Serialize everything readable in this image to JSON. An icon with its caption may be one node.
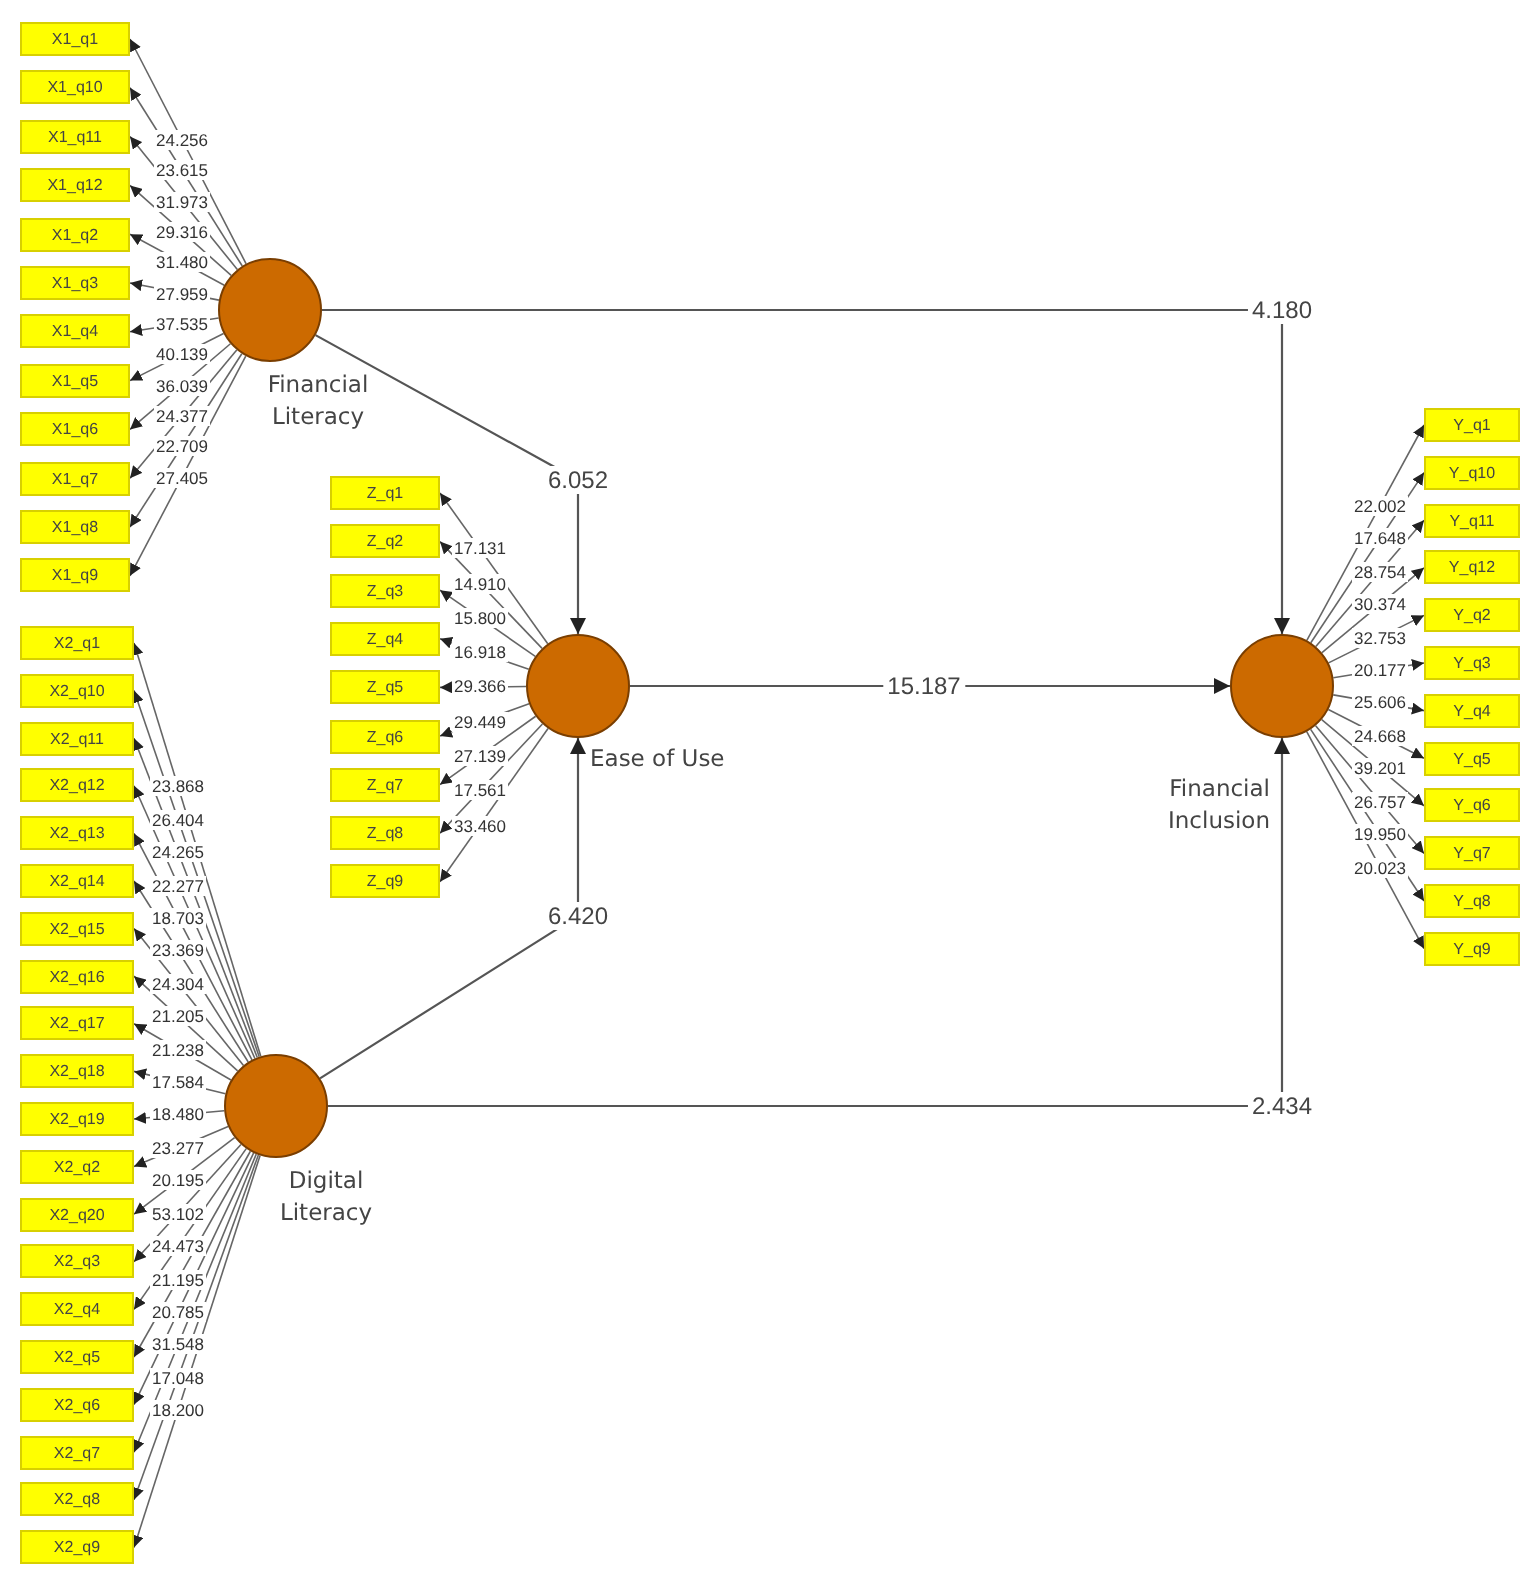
{
  "diagram": {
    "nodes": [
      {
        "text": [
          "Financial Literacy"
        ]
      },
      {
        "text": [
          "Ease of Use"
        ]
      },
      {
        "text": [
          "Digital Literacy"
        ]
      },
      {
        "text": [
          "Financial Inclusion"
        ]
      },
      {
        "text": [
          "X1_q1"
        ]
      },
      {
        "text": [
          "X1_q10"
        ]
      },
      {
        "text": [
          "X1_q11"
        ]
      },
      {
        "text": [
          "X1_q12"
        ]
      },
      {
        "text": [
          "X1_q2"
        ]
      },
      {
        "text": [
          "X1_q3"
        ]
      },
      {
        "text": [
          "X1_q4"
        ]
      },
      {
        "text": [
          "X1_q5"
        ]
      },
      {
        "text": [
          "X1_q6"
        ]
      },
      {
        "text": [
          "X1_q7"
        ]
      },
      {
        "text": [
          "X1_q8"
        ]
      },
      {
        "text": [
          "X1_q9"
        ]
      },
      {
        "text": [
          "Z_q1"
        ]
      },
      {
        "text": [
          "Z_q2"
        ]
      },
      {
        "text": [
          "Z_q3"
        ]
      },
      {
        "text": [
          "Z_q4"
        ]
      },
      {
        "text": [
          "Z_q5"
        ]
      },
      {
        "text": [
          "Z_q6"
        ]
      },
      {
        "text": [
          "Z_q7"
        ]
      },
      {
        "text": [
          "Z_q8"
        ]
      },
      {
        "text": [
          "Z_q9"
        ]
      },
      {
        "text": [
          "X2_q1"
        ]
      },
      {
        "text": [
          "X2_q10"
        ]
      },
      {
        "text": [
          "X2_q11"
        ]
      },
      {
        "text": [
          "X2_q12"
        ]
      },
      {
        "text": [
          "X2_q13"
        ]
      },
      {
        "text": [
          "X2_q14"
        ]
      },
      {
        "text": [
          "X2_q15"
        ]
      },
      {
        "text": [
          "X2_q16"
        ]
      },
      {
        "text": [
          "X2_q17"
        ]
      },
      {
        "text": [
          "X2_q18"
        ]
      },
      {
        "text": [
          "X2_q19"
        ]
      },
      {
        "text": [
          "X2_q2"
        ]
      },
      {
        "text": [
          "X2_q20"
        ]
      },
      {
        "text": [
          "X2_q3"
        ]
      },
      {
        "text": [
          "X2_q4"
        ]
      },
      {
        "text": [
          "X2_q5"
        ]
      },
      {
        "text": [
          "X2_q6"
        ]
      },
      {
        "text": [
          "X2_q7"
        ]
      },
      {
        "text": [
          "X2_q8"
        ]
      },
      {
        "text": [
          "X2_q9"
        ]
      },
      {
        "text": [
          "Y_q1"
        ]
      },
      {
        "text": [
          "Y_q10"
        ]
      },
      {
        "text": [
          "Y_q11"
        ]
      },
      {
        "text": [
          "Y_q12"
        ]
      },
      {
        "text": [
          "Y_q2"
        ]
      },
      {
        "text": [
          "Y_q3"
        ]
      },
      {
        "text": [
          "Y_q4"
        ]
      },
      {
        "text": [
          "Y_q5"
        ]
      },
      {
        "text": [
          "Y_q6"
        ]
      },
      {
        "text": [
          "Y_q7"
        ]
      },
      {
        "text": [
          "Y_q8"
        ]
      },
      {
        "text": [
          "Y_q9"
        ]
      }
    ],
    "edges": [
      {
        "from": 0,
        "to": 1,
        "arrow": "to",
        "label": "6.052"
      },
      {
        "from": 0,
        "to": 3,
        "arrow": "to",
        "label": "4.180"
      },
      {
        "from": 1,
        "to": 3,
        "arrow": "to",
        "label": "15.187"
      },
      {
        "from": 2,
        "to": 1,
        "arrow": "to",
        "label": "6.420"
      },
      {
        "from": 2,
        "to": 3,
        "arrow": "to",
        "label": "2.434"
      },
      {
        "from": 0,
        "to": 4,
        "arrow": "to",
        "label": "24.256"
      },
      {
        "from": 0,
        "to": 5,
        "arrow": "to",
        "label": "23.615"
      },
      {
        "from": 0,
        "to": 6,
        "arrow": "to",
        "label": "31.973"
      },
      {
        "from": 0,
        "to": 7,
        "arrow": "to",
        "label": "29.316"
      },
      {
        "from": 0,
        "to": 8,
        "arrow": "to",
        "label": "31.480"
      },
      {
        "from": 0,
        "to": 9,
        "arrow": "to",
        "label": "27.959"
      },
      {
        "from": 0,
        "to": 10,
        "arrow": "to",
        "label": "37.535"
      },
      {
        "from": 0,
        "to": 11,
        "arrow": "to",
        "label": "40.139"
      },
      {
        "from": 0,
        "to": 12,
        "arrow": "to",
        "label": "36.039"
      },
      {
        "from": 0,
        "to": 13,
        "arrow": "to",
        "label": "24.377"
      },
      {
        "from": 0,
        "to": 14,
        "arrow": "to",
        "label": "22.709"
      },
      {
        "from": 0,
        "to": 15,
        "arrow": "to",
        "label": "27.405"
      },
      {
        "from": 1,
        "to": 16,
        "arrow": "to",
        "label": "17.131"
      },
      {
        "from": 1,
        "to": 17,
        "arrow": "to",
        "label": "14.910"
      },
      {
        "from": 1,
        "to": 18,
        "arrow": "to",
        "label": "15.800"
      },
      {
        "from": 1,
        "to": 19,
        "arrow": "to",
        "label": "16.918"
      },
      {
        "from": 1,
        "to": 20,
        "arrow": "to",
        "label": "29.366"
      },
      {
        "from": 1,
        "to": 21,
        "arrow": "to",
        "label": "29.449"
      },
      {
        "from": 1,
        "to": 22,
        "arrow": "to",
        "label": "27.139"
      },
      {
        "from": 1,
        "to": 23,
        "arrow": "to",
        "label": "17.561"
      },
      {
        "from": 1,
        "to": 24,
        "arrow": "to",
        "label": "33.460"
      },
      {
        "from": 2,
        "to": 25,
        "arrow": "to",
        "label": "23.868"
      },
      {
        "from": 2,
        "to": 26,
        "arrow": "to",
        "label": "26.404"
      },
      {
        "from": 2,
        "to": 27,
        "arrow": "to",
        "label": "24.265"
      },
      {
        "from": 2,
        "to": 28,
        "arrow": "to",
        "label": "22.277"
      },
      {
        "from": 2,
        "to": 29,
        "arrow": "to",
        "label": "18.703"
      },
      {
        "from": 2,
        "to": 30,
        "arrow": "to",
        "label": "23.369"
      },
      {
        "from": 2,
        "to": 31,
        "arrow": "to",
        "label": "24.304"
      },
      {
        "from": 2,
        "to": 32,
        "arrow": "to",
        "label": "21.205"
      },
      {
        "from": 2,
        "to": 33,
        "arrow": "to",
        "label": "21.238"
      },
      {
        "from": 2,
        "to": 34,
        "arrow": "to",
        "label": "17.584"
      },
      {
        "from": 2,
        "to": 35,
        "arrow": "to",
        "label": "18.480"
      },
      {
        "from": 2,
        "to": 36,
        "arrow": "to",
        "label": "23.277"
      },
      {
        "from": 2,
        "to": 37,
        "arrow": "to",
        "label": "20.195"
      },
      {
        "from": 2,
        "to": 38,
        "arrow": "to",
        "label": "53.102"
      },
      {
        "from": 2,
        "to": 39,
        "arrow": "to",
        "label": "24.473"
      },
      {
        "from": 2,
        "to": 40,
        "arrow": "to",
        "label": "21.195"
      },
      {
        "from": 2,
        "to": 41,
        "arrow": "to",
        "label": "20.785"
      },
      {
        "from": 2,
        "to": 42,
        "arrow": "to",
        "label": "31.548"
      },
      {
        "from": 2,
        "to": 43,
        "arrow": "to",
        "label": "17.048"
      },
      {
        "from": 2,
        "to": 44,
        "arrow": "to",
        "label": "18.200"
      },
      {
        "from": 3,
        "to": 45,
        "arrow": "to",
        "label": "22.002"
      },
      {
        "from": 3,
        "to": 46,
        "arrow": "to",
        "label": "17.648"
      },
      {
        "from": 3,
        "to": 47,
        "arrow": "to",
        "label": "28.754"
      },
      {
        "from": 3,
        "to": 48,
        "arrow": "to",
        "label": "30.374"
      },
      {
        "from": 3,
        "to": 49,
        "arrow": "to",
        "label": "32.753"
      },
      {
        "from": 3,
        "to": 50,
        "arrow": "to",
        "label": "20.177"
      },
      {
        "from": 3,
        "to": 51,
        "arrow": "to",
        "label": "25.606"
      },
      {
        "from": 3,
        "to": 52,
        "arrow": "to",
        "label": "24.668"
      },
      {
        "from": 3,
        "to": 53,
        "arrow": "to",
        "label": "39.201"
      },
      {
        "from": 3,
        "to": 54,
        "arrow": "to",
        "label": "26.757"
      },
      {
        "from": 3,
        "to": 55,
        "arrow": "to",
        "label": "19.950"
      },
      {
        "from": 3,
        "to": 56,
        "arrow": "to",
        "label": "20.023"
      }
    ]
  }
}
